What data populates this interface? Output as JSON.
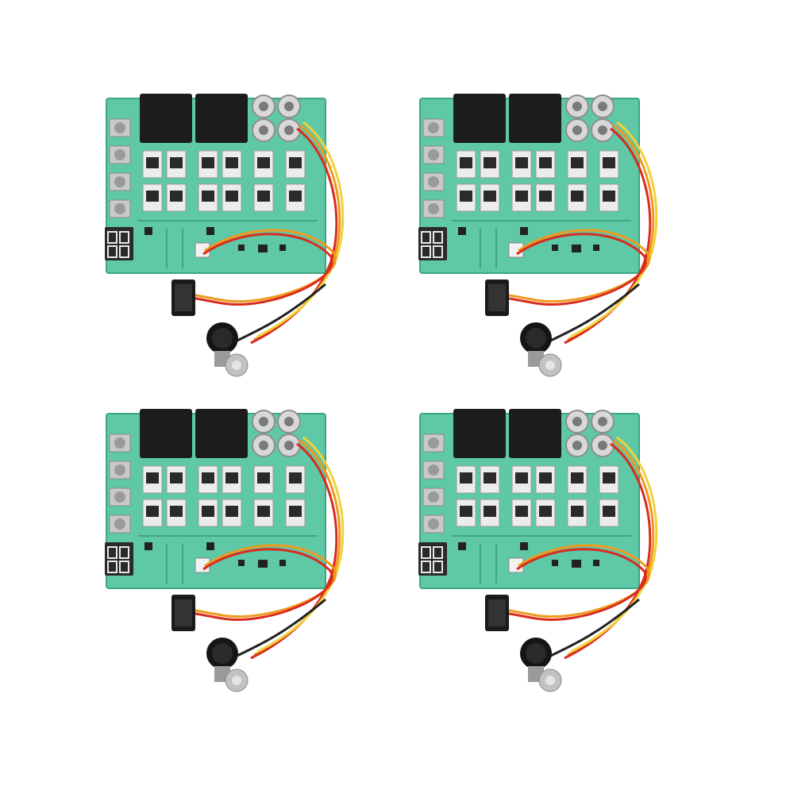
{
  "image": {
    "background": "#ffffff",
    "units": [
      {
        "id": "controller-top-left"
      },
      {
        "id": "controller-top-right"
      },
      {
        "id": "controller-bottom-left"
      },
      {
        "id": "controller-bottom-right"
      }
    ]
  },
  "colors": {
    "pcb": "#5fc8a6",
    "pcb_dark": "#3fa583",
    "relay": "#1c1c1c",
    "capacitor": "#d8d8d8",
    "heatsink": "#ececec",
    "terminal": "#c9c9c9",
    "display": "#2a2a2a",
    "wire_red": "#d92b1e",
    "wire_orange": "#ef9a1c",
    "wire_yellow": "#f0d23a",
    "wire_black": "#222222",
    "switch": "#1a1a1a",
    "knob": "#151515",
    "pot_body": "#bfbfbf"
  }
}
